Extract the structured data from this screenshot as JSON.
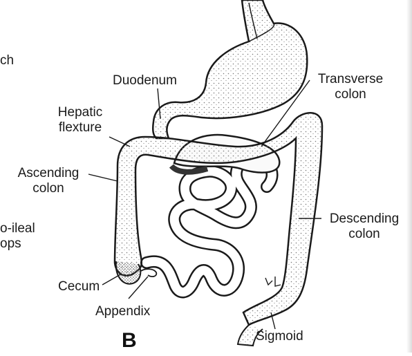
{
  "figure": {
    "panel_letter": "B",
    "labels": {
      "duodenum": "Duodenum",
      "transverse_colon": [
        "Transverse",
        "colon"
      ],
      "hepatic_flexure": [
        "Hepatic",
        "flexture"
      ],
      "ascending_colon": [
        "Ascending",
        "colon"
      ],
      "descending_colon": [
        "Descending",
        "colon"
      ],
      "cecum": "Cecum",
      "appendix": "Appendix",
      "sigmoid": "Sigmoid",
      "cut_off_left": [
        "ch",
        "o-ileal",
        "ops"
      ]
    },
    "colors": {
      "ink": "#1a1a1a",
      "organ_fill": "#f2f2f2",
      "stipple": "#777777"
    }
  }
}
